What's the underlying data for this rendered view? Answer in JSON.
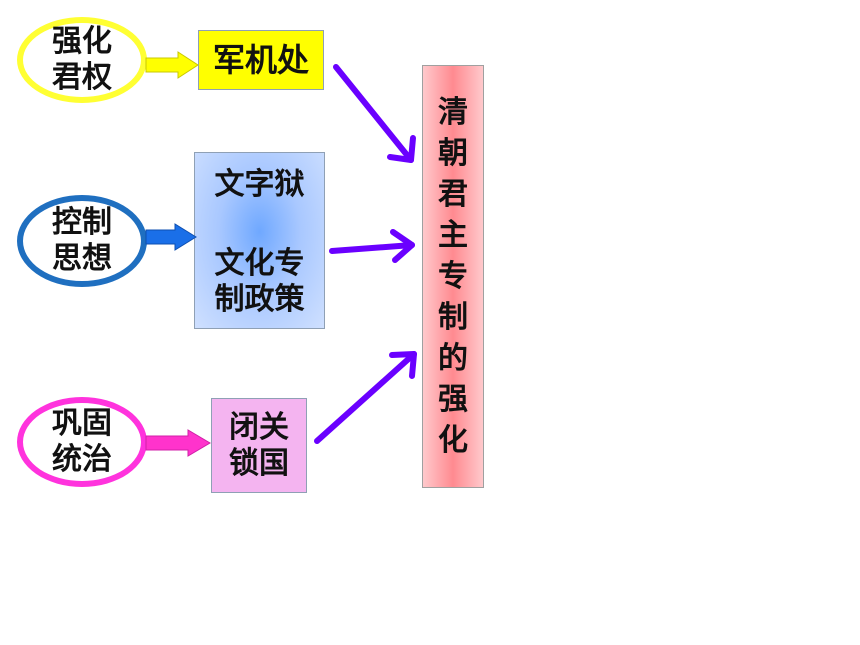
{
  "causes": [
    {
      "line1": "强化",
      "line2": "君权",
      "color": "#ffff33"
    },
    {
      "line1": "控制",
      "line2": "思想",
      "color": "#1f6fc0"
    },
    {
      "line1": "巩固",
      "line2": "统治",
      "color": "#ff33dd"
    }
  ],
  "measures": {
    "junjichu": "军机处",
    "wenziyu": "文字狱",
    "wenhua_line1": "文化专",
    "wenhua_line2": "制政策",
    "biguan_line1": "闭关",
    "biguan_line2": "锁国"
  },
  "result": [
    "清",
    "朝",
    "君",
    "主",
    "专",
    "制",
    "的",
    "强",
    "化"
  ],
  "colors": {
    "arrow_purple": "#6a00ff",
    "arrow_yellow": "#ffff00",
    "arrow_blue": "#1a6fe8",
    "arrow_pink": "#ff33cc"
  }
}
